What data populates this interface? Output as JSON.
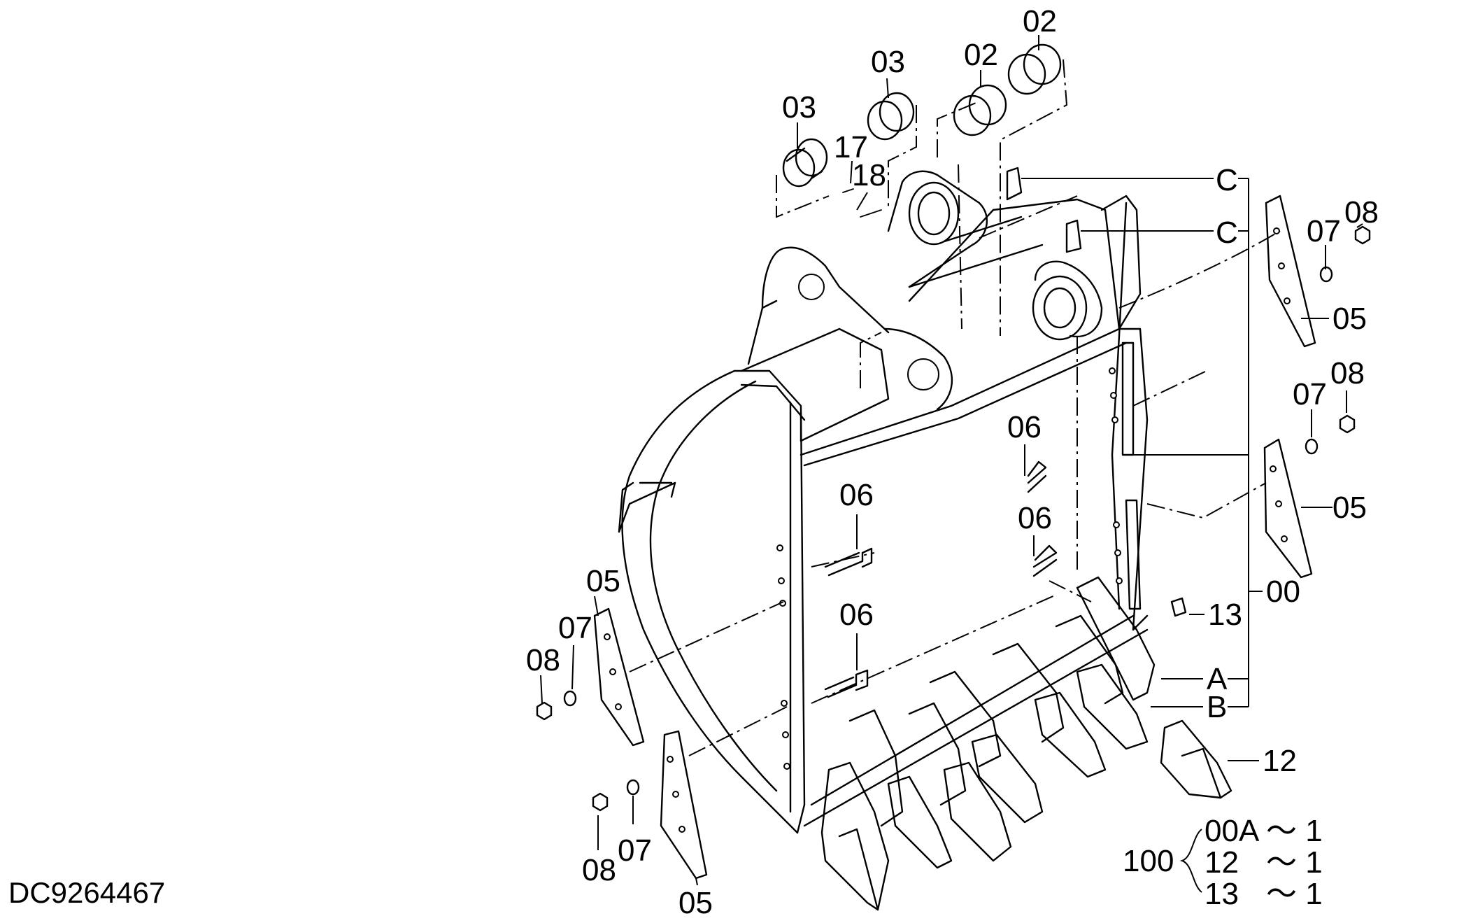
{
  "drawing_id": "DC9264467",
  "callouts": {
    "c02a": "02",
    "c02b": "02",
    "c03a": "03",
    "c03b": "03",
    "c17": "17",
    "c18": "18",
    "cCa": "C",
    "cCb": "C",
    "c08a": "08",
    "c07a": "07",
    "c05a": "05",
    "c08b": "08",
    "c07b": "07",
    "c05b": "05",
    "c06a": "06",
    "c06b": "06",
    "c06c": "06",
    "c06d": "06",
    "c00": "00",
    "c13": "13",
    "cA": "A",
    "cB": "B",
    "c12": "12",
    "c05c": "05",
    "c07c": "07",
    "c08c": "08",
    "c05d": "05",
    "c07d": "07",
    "c08d": "08"
  },
  "kit": {
    "number": "100",
    "rows": [
      {
        "part": "00A",
        "range": "～ 1"
      },
      {
        "part": "12",
        "range": "～ 1"
      },
      {
        "part": "13",
        "range": "～ 1"
      }
    ]
  }
}
